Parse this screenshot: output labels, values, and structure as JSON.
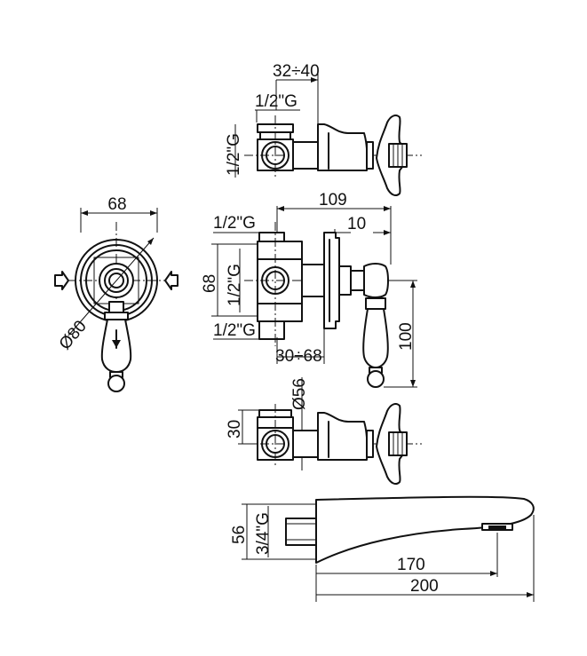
{
  "dimensions": {
    "top": {
      "range": "32÷40",
      "thread": "1/2\"G",
      "side_thread": "1/2\"G"
    },
    "front": {
      "width": "68",
      "diameter": "Ø80"
    },
    "middle": {
      "depth": "109",
      "offset": "10",
      "thread_top": "1/2\"G",
      "height": "68",
      "thread_mid": "1/2\"G",
      "thread_bottom": "1/2\"G",
      "range": "30÷68",
      "handle_height": "100"
    },
    "lower": {
      "height": "30",
      "diameter": "Ø56"
    },
    "spout": {
      "height": "56",
      "thread": "3/4\"G",
      "projection_inner": "170",
      "projection_total": "200"
    }
  }
}
